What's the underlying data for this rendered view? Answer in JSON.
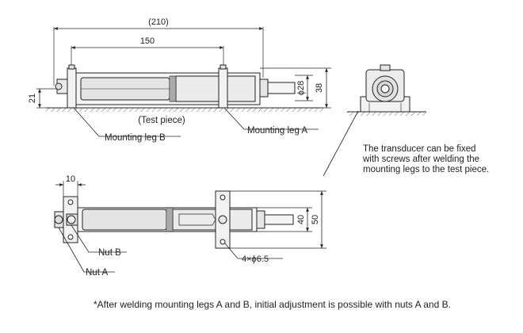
{
  "dimensions": {
    "overall_length": "(210)",
    "leg_pitch": "150",
    "dia_28": "ϕ28",
    "height_38": "38",
    "height_21": "21",
    "leg_width_10": "10",
    "height_40": "40",
    "height_50": "50",
    "holes": "4×ϕ6.5"
  },
  "labels": {
    "test_piece": "(Test piece)",
    "mounting_leg_a": "Mounting leg A",
    "mounting_leg_b": "Mounting leg B",
    "nut_a": "Nut A",
    "nut_b": "Nut B"
  },
  "notes": {
    "line1": "The transducer can be fixed",
    "line2": "with screws after welding the",
    "line3": "mounting legs to the test piece."
  },
  "footnote": "*After welding mounting legs A and B, initial adjustment is possible with nuts A and B."
}
